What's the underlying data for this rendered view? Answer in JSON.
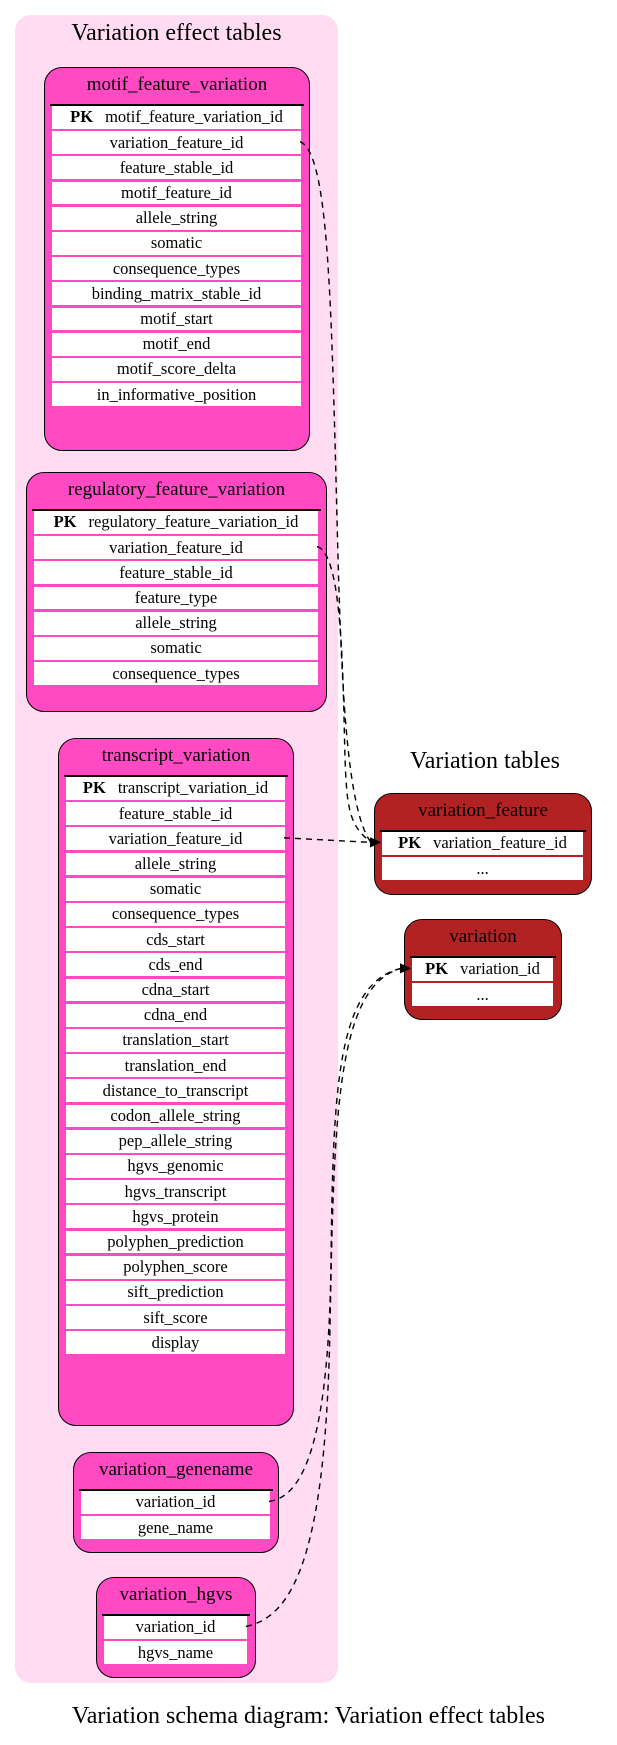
{
  "diagram_title": "Variation schema diagram: Variation effect tables",
  "colors": {
    "effect_cluster_bg": "#ffdcf2",
    "effect_table_fill": "#ff4ac4",
    "variation_table_fill": "#b22222",
    "row_fill": "#ffffff",
    "edge": "#000000"
  },
  "clusters": [
    {
      "id": "effect",
      "title": "Variation effect tables"
    },
    {
      "id": "variation",
      "title": "Variation tables"
    }
  ],
  "tables": [
    {
      "id": "motif_feature_variation",
      "cluster": "effect",
      "title": "motif_feature_variation",
      "rows": [
        {
          "pk": "PK",
          "name": "motif_feature_variation_id"
        },
        {
          "name": "variation_feature_id"
        },
        {
          "name": "feature_stable_id"
        },
        {
          "name": "motif_feature_id"
        },
        {
          "name": "allele_string"
        },
        {
          "name": "somatic"
        },
        {
          "name": "consequence_types"
        },
        {
          "name": "binding_matrix_stable_id"
        },
        {
          "name": "motif_start"
        },
        {
          "name": "motif_end"
        },
        {
          "name": "motif_score_delta"
        },
        {
          "name": "in_informative_position"
        }
      ]
    },
    {
      "id": "regulatory_feature_variation",
      "cluster": "effect",
      "title": "regulatory_feature_variation",
      "rows": [
        {
          "pk": "PK",
          "name": "regulatory_feature_variation_id"
        },
        {
          "name": "variation_feature_id"
        },
        {
          "name": "feature_stable_id"
        },
        {
          "name": "feature_type"
        },
        {
          "name": "allele_string"
        },
        {
          "name": "somatic"
        },
        {
          "name": "consequence_types"
        }
      ]
    },
    {
      "id": "transcript_variation",
      "cluster": "effect",
      "title": "transcript_variation",
      "rows": [
        {
          "pk": "PK",
          "name": "transcript_variation_id"
        },
        {
          "name": "feature_stable_id"
        },
        {
          "name": "variation_feature_id"
        },
        {
          "name": "allele_string"
        },
        {
          "name": "somatic"
        },
        {
          "name": "consequence_types"
        },
        {
          "name": "cds_start"
        },
        {
          "name": "cds_end"
        },
        {
          "name": "cdna_start"
        },
        {
          "name": "cdna_end"
        },
        {
          "name": "translation_start"
        },
        {
          "name": "translation_end"
        },
        {
          "name": "distance_to_transcript"
        },
        {
          "name": "codon_allele_string"
        },
        {
          "name": "pep_allele_string"
        },
        {
          "name": "hgvs_genomic"
        },
        {
          "name": "hgvs_transcript"
        },
        {
          "name": "hgvs_protein"
        },
        {
          "name": "polyphen_prediction"
        },
        {
          "name": "polyphen_score"
        },
        {
          "name": "sift_prediction"
        },
        {
          "name": "sift_score"
        },
        {
          "name": "display"
        }
      ]
    },
    {
      "id": "variation_genename",
      "cluster": "effect",
      "title": "variation_genename",
      "rows": [
        {
          "name": "variation_id"
        },
        {
          "name": "gene_name"
        }
      ]
    },
    {
      "id": "variation_hgvs",
      "cluster": "effect",
      "title": "variation_hgvs",
      "rows": [
        {
          "name": "variation_id"
        },
        {
          "name": "hgvs_name"
        }
      ]
    },
    {
      "id": "variation_feature",
      "cluster": "variation",
      "title": "variation_feature",
      "rows": [
        {
          "pk": "PK",
          "name": "variation_feature_id"
        },
        {
          "name": "..."
        }
      ]
    },
    {
      "id": "variation",
      "cluster": "variation",
      "title": "variation",
      "rows": [
        {
          "pk": "PK",
          "name": "variation_id"
        },
        {
          "name": "..."
        }
      ]
    }
  ],
  "relationships": [
    {
      "from_table": "motif_feature_variation",
      "from_column": "variation_feature_id",
      "to_table": "variation_feature",
      "to_column": "variation_feature_id",
      "style": "dashed"
    },
    {
      "from_table": "regulatory_feature_variation",
      "from_column": "variation_feature_id",
      "to_table": "variation_feature",
      "to_column": "variation_feature_id",
      "style": "dashed"
    },
    {
      "from_table": "transcript_variation",
      "from_column": "variation_feature_id",
      "to_table": "variation_feature",
      "to_column": "variation_feature_id",
      "style": "dashed"
    },
    {
      "from_table": "variation_genename",
      "from_column": "variation_id",
      "to_table": "variation",
      "to_column": "variation_id",
      "style": "dashed"
    },
    {
      "from_table": "variation_hgvs",
      "from_column": "variation_id",
      "to_table": "variation",
      "to_column": "variation_id",
      "style": "dashed"
    }
  ]
}
